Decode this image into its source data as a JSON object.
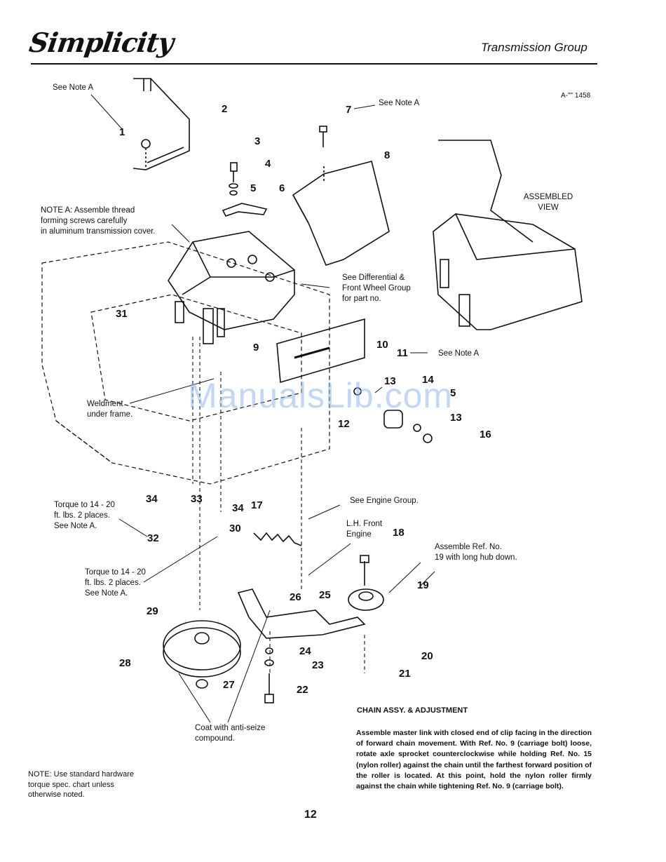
{
  "header": {
    "brand": "Simplicity",
    "section_title": "Transmission Group",
    "drawing_code": "A-\"\" 1458"
  },
  "watermark": "ManualsLib.com",
  "notes": {
    "see_note_a_1": "See Note A",
    "see_note_a_7": "See Note A",
    "see_note_a_11": "See Note A",
    "assembled_view": [
      "ASSEMBLED",
      "VIEW"
    ],
    "note_a": [
      "NOTE A: Assemble thread",
      "forming screws carefully",
      "in aluminum transmission cover."
    ],
    "see_differential": [
      "See Differential &",
      "Front Wheel Group",
      "for part no."
    ],
    "weldment": [
      "Weldment",
      "under frame."
    ],
    "torque_32": [
      "Torque to 14 - 20",
      "ft. lbs. 2 places.",
      "See Note A."
    ],
    "torque_30": [
      "Torque to 14 - 20",
      "ft. lbs. 2 places.",
      "See Note A."
    ],
    "see_engine_group": "See Engine Group.",
    "lh_front_engine": [
      "L.H. Front",
      "Engine"
    ],
    "assemble_ref": [
      "Assemble Ref. No.",
      "19 with long hub down."
    ],
    "coat_antiseize": [
      "Coat with anti-seize",
      "compound."
    ]
  },
  "callouts": [
    "1",
    "2",
    "3",
    "4",
    "5",
    "6",
    "7",
    "8",
    "9",
    "10",
    "11",
    "13",
    "14",
    "5",
    "13",
    "16",
    "12",
    "31",
    "34",
    "33",
    "34",
    "30",
    "32",
    "17",
    "18",
    "19",
    "20",
    "21",
    "22",
    "23",
    "24",
    "25",
    "26",
    "27",
    "28",
    "29"
  ],
  "chain_section": {
    "title": "CHAIN ASSY. & ADJUSTMENT",
    "body": "Assemble master link with closed end of clip facing in the direction of forward chain movement. With Ref. No. 9 (carriage bolt) loose, rotate axle sprocket counterclockwise while holding Ref. No. 15 (nylon roller) against the chain until the farthest forward position of the roller is located. At this point, hold the nylon roller firmly against the chain while tightening Ref. No. 9 (carriage bolt)."
  },
  "footer_note": [
    "NOTE: Use standard hardware",
    "torque spec. chart unless",
    "otherwise noted."
  ],
  "page_number": "12"
}
